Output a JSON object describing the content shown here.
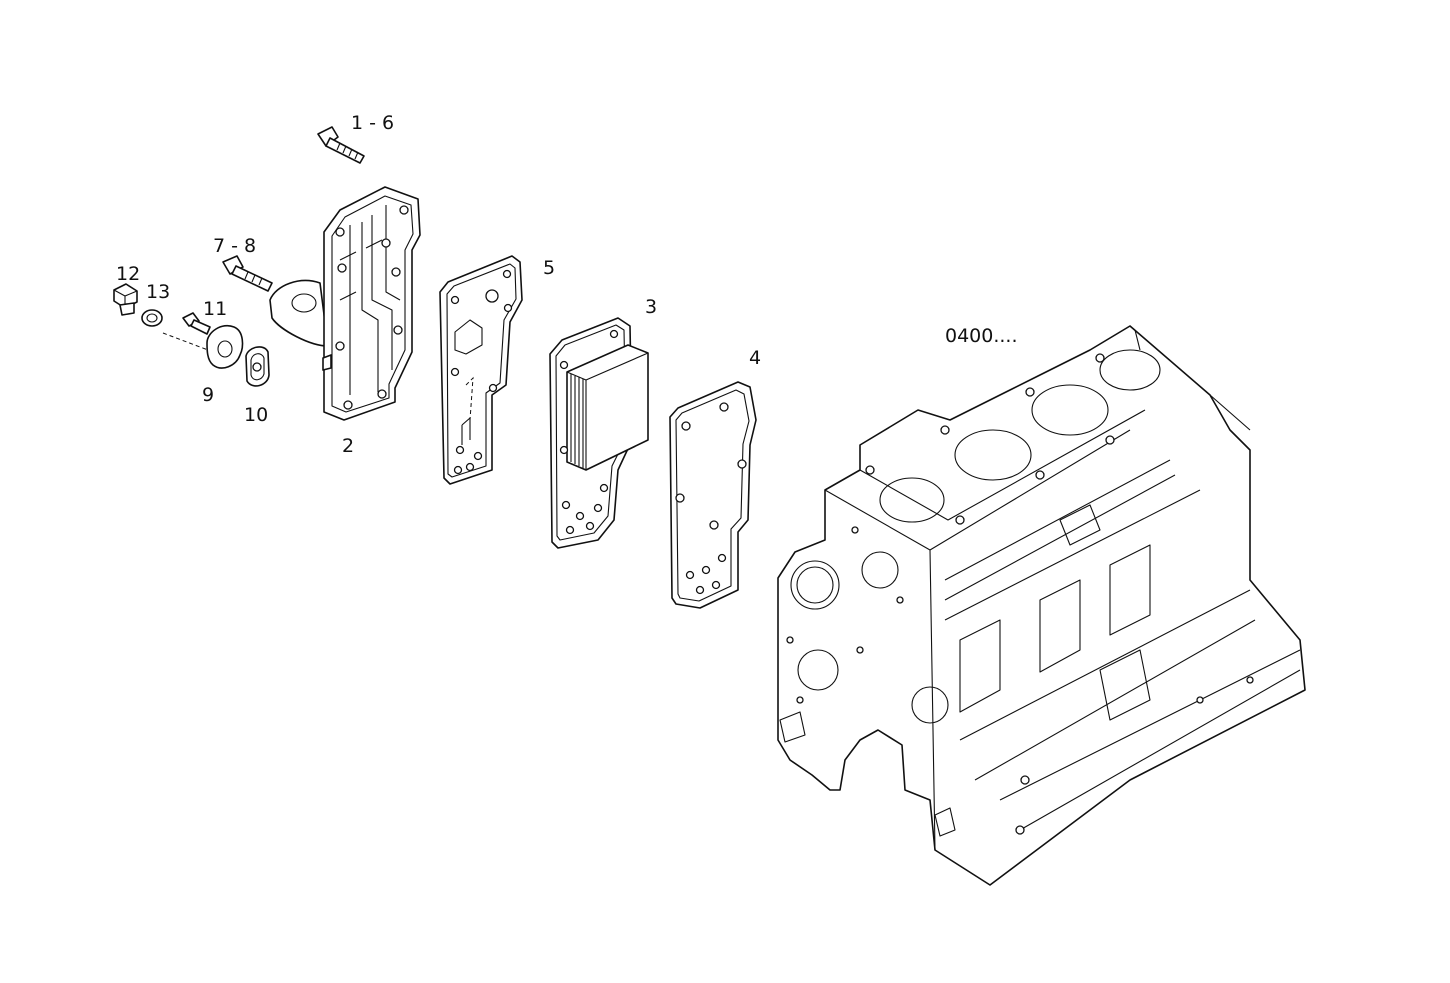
{
  "diagram": {
    "callouts": [
      {
        "id": "c1-6",
        "text": "1 - 6"
      },
      {
        "id": "c7-8",
        "text": "7 - 8"
      },
      {
        "id": "c12",
        "text": "12"
      },
      {
        "id": "c13",
        "text": "13"
      },
      {
        "id": "c11",
        "text": "11"
      },
      {
        "id": "c9",
        "text": "9"
      },
      {
        "id": "c10",
        "text": "10"
      },
      {
        "id": "c2",
        "text": "2"
      },
      {
        "id": "c5",
        "text": "5"
      },
      {
        "id": "c3",
        "text": "3"
      },
      {
        "id": "c4",
        "text": "4"
      }
    ],
    "reference_group": "0400...."
  }
}
